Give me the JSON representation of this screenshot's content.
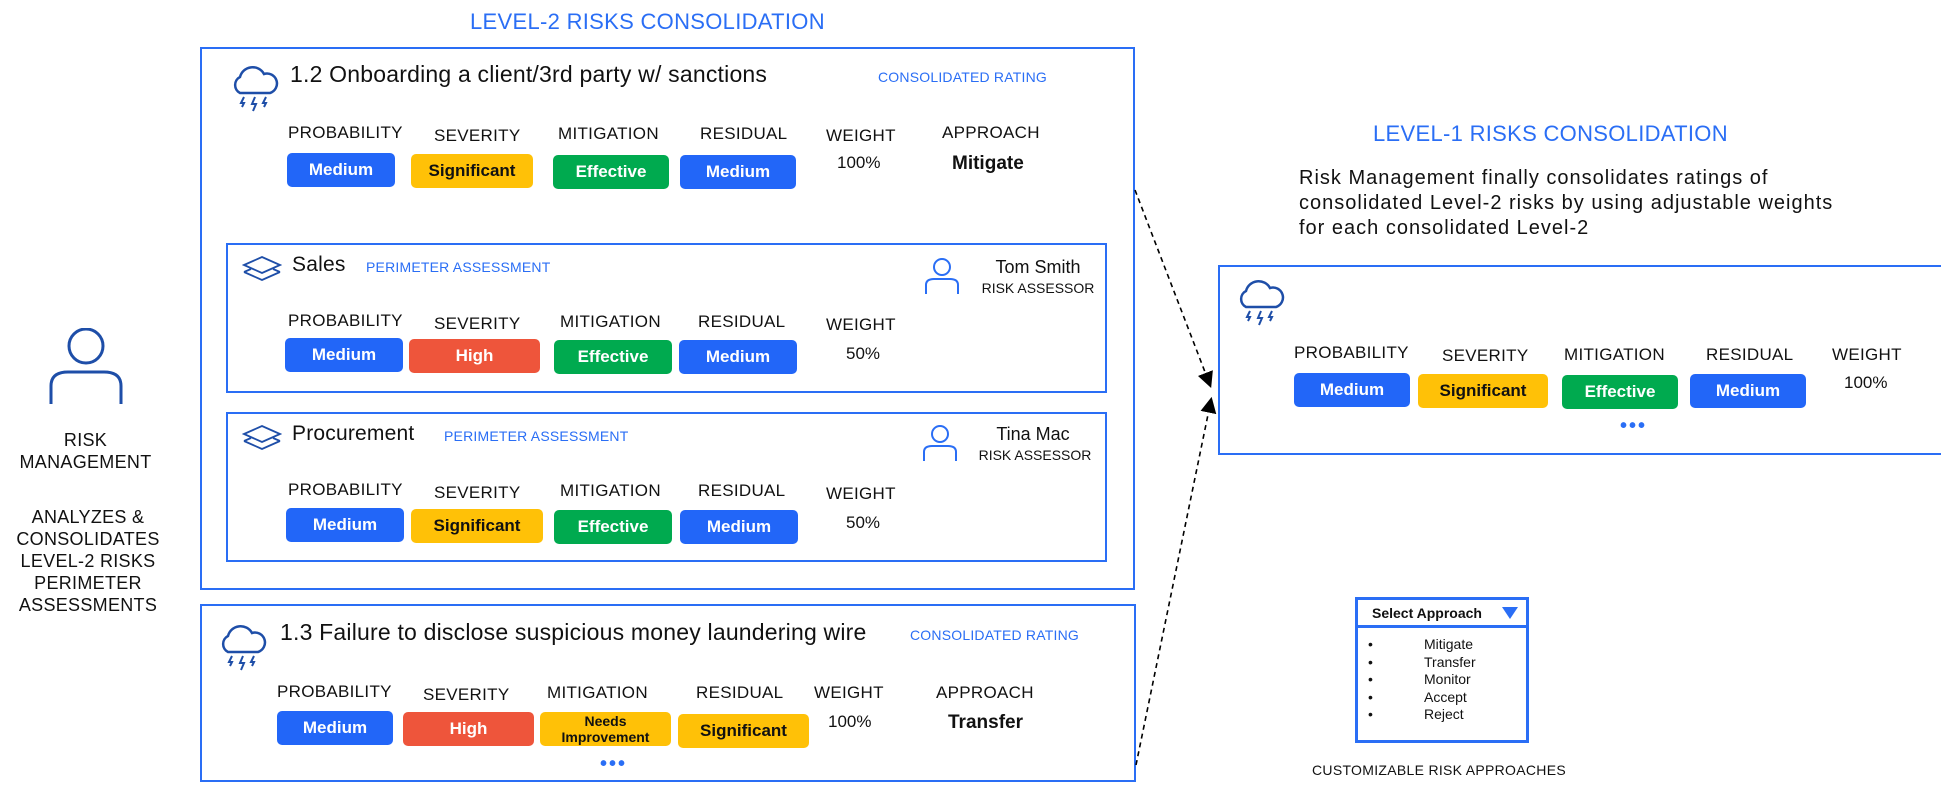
{
  "colors": {
    "accent": "#2a6ef5",
    "medium": "#2266f8",
    "significant": "#ffc107",
    "effective": "#00aa4f",
    "high": "#ee553b",
    "needs_improvement": "#ffc107"
  },
  "level2": {
    "title": "LEVEL-2 RISKS CONSOLIDATION",
    "columns": {
      "probability": "PROBABILITY",
      "severity": "SEVERITY",
      "mitigation": "MITIGATION",
      "residual": "RESIDUAL",
      "weight": "WEIGHT",
      "approach": "APPROACH"
    },
    "risks": [
      {
        "icon": "storm-cloud-icon",
        "title": "1.2 Onboarding a client/3rd party w/ sanctions",
        "caption": "CONSOLIDATED RATING",
        "probability": "Medium",
        "severity": "Significant",
        "mitigation": "Effective",
        "residual": "Medium",
        "weight": "100%",
        "approach": "Mitigate",
        "perimeters": [
          {
            "icon": "layers-icon",
            "name": "Sales",
            "caption": "PERIMETER ASSESSMENT",
            "assessor_name": "Tom Smith",
            "assessor_role": "RISK ASSESSOR",
            "probability": "Medium",
            "severity": "High",
            "mitigation": "Effective",
            "residual": "Medium",
            "weight": "50%"
          },
          {
            "icon": "layers-icon",
            "name": "Procurement",
            "caption": "PERIMETER ASSESSMENT",
            "assessor_name": "Tina Mac",
            "assessor_role": "RISK ASSESSOR",
            "probability": "Medium",
            "severity": "Significant",
            "mitigation": "Effective",
            "residual": "Medium",
            "weight": "50%"
          }
        ]
      },
      {
        "icon": "storm-cloud-icon",
        "title": "1.3 Failure to disclose suspicious money laundering wire",
        "caption": "CONSOLIDATED RATING",
        "probability": "Medium",
        "severity": "High",
        "mitigation": "Needs Improvement",
        "residual": "Significant",
        "weight": "100%",
        "approach": "Transfer",
        "more": "•••"
      }
    ]
  },
  "side": {
    "role": "RISK MANAGEMENT",
    "description": "ANALYZES & CONSOLIDATES LEVEL-2 RISKS PERIMETER ASSESSMENTS"
  },
  "level1": {
    "title": "LEVEL-1 RISKS CONSOLIDATION",
    "description": "Risk Management finally consolidates ratings of consolidated Level-2 risks by using adjustable weights for each consolidated Level-2",
    "probability": "Medium",
    "severity": "Significant",
    "mitigation": "Effective",
    "residual": "Medium",
    "weight": "100%",
    "more": "•••"
  },
  "approach_select": {
    "label": "Select Approach",
    "options": [
      "Mitigate",
      "Transfer",
      "Monitor",
      "Accept",
      "Reject"
    ],
    "caption": "CUSTOMIZABLE RISK APPROACHES"
  }
}
